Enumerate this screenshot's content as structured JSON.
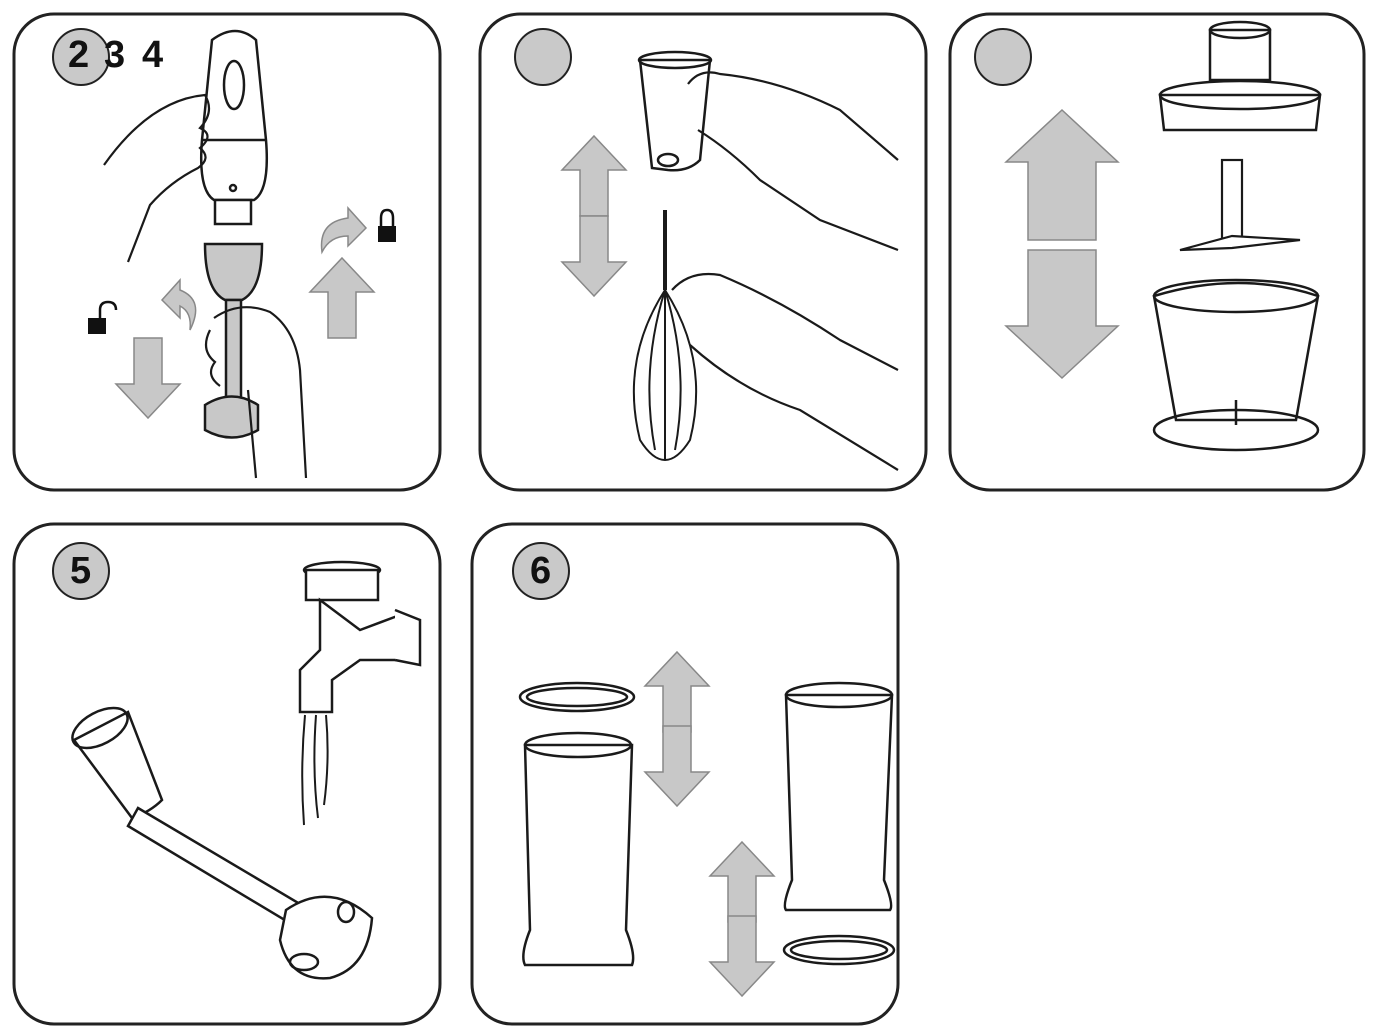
{
  "steps": [
    {
      "id": "step-234",
      "number": "2",
      "extra_numbers": [
        "3",
        "4"
      ]
    },
    {
      "id": "step-whisk",
      "number": ""
    },
    {
      "id": "step-chopper",
      "number": ""
    },
    {
      "id": "step-5",
      "number": "5"
    },
    {
      "id": "step-6",
      "number": "6"
    }
  ],
  "colors": {
    "panel_border": "#222222",
    "badge_fill": "#c9c9c9",
    "arrow_fill": "#c8c8c8",
    "line": "#1a1a1a"
  },
  "icons": [
    "lock-icon",
    "unlock-icon",
    "twist-arrow-icon",
    "up-arrow-icon",
    "down-arrow-icon"
  ]
}
